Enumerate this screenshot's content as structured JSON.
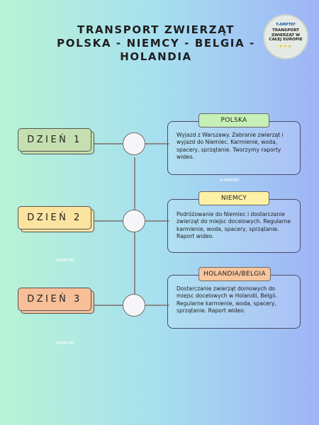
{
  "title": {
    "line1": "TRANSPORT ZWIERZĄT",
    "line2": "POLSKA - NIEMCY - BELGIA -",
    "line3": "HOLANDIA"
  },
  "badge": {
    "logo_text": "Y-AMPTEF",
    "text": "TRANSPORT ZWIERZĄT W CAŁEJ EUROPIE",
    "stars": "★★★"
  },
  "watermark_text": "Y-AMPTEF",
  "days": [
    {
      "label": "DZIEŃ 1",
      "color": "#c5e0b0"
    },
    {
      "label": "DZIEŃ 2",
      "color": "#fbe3a0"
    },
    {
      "label": "DZIEŃ 3",
      "color": "#f7bf98"
    }
  ],
  "stages": [
    {
      "country": "POLSKA",
      "pill_color": "#c7f0b8",
      "text": "Wyjazd z Warszawy. Zabranie zwierząt i wyjazd do Niemiec. Karmienie, woda, spacery, sprzątanie. Tworzymy raporty wideo."
    },
    {
      "country": "NIEMCY",
      "pill_color": "#fcf1a6",
      "text": "Podróżowanie do Niemiec i dostarczanie zwierząt do miejsc docelowych. Regularne karmienie, woda, spacery, sprzątanie. Raport wideo."
    },
    {
      "country": "HOLANDIA/BELGIA",
      "pill_color": "#f9c59c",
      "text": "Dostarczanie zwierząt domowych do miejsc docelowych w Holandii, Belgii. Regularne karmienie, woda, spacery, sprzątanie. Raport wideo."
    }
  ]
}
